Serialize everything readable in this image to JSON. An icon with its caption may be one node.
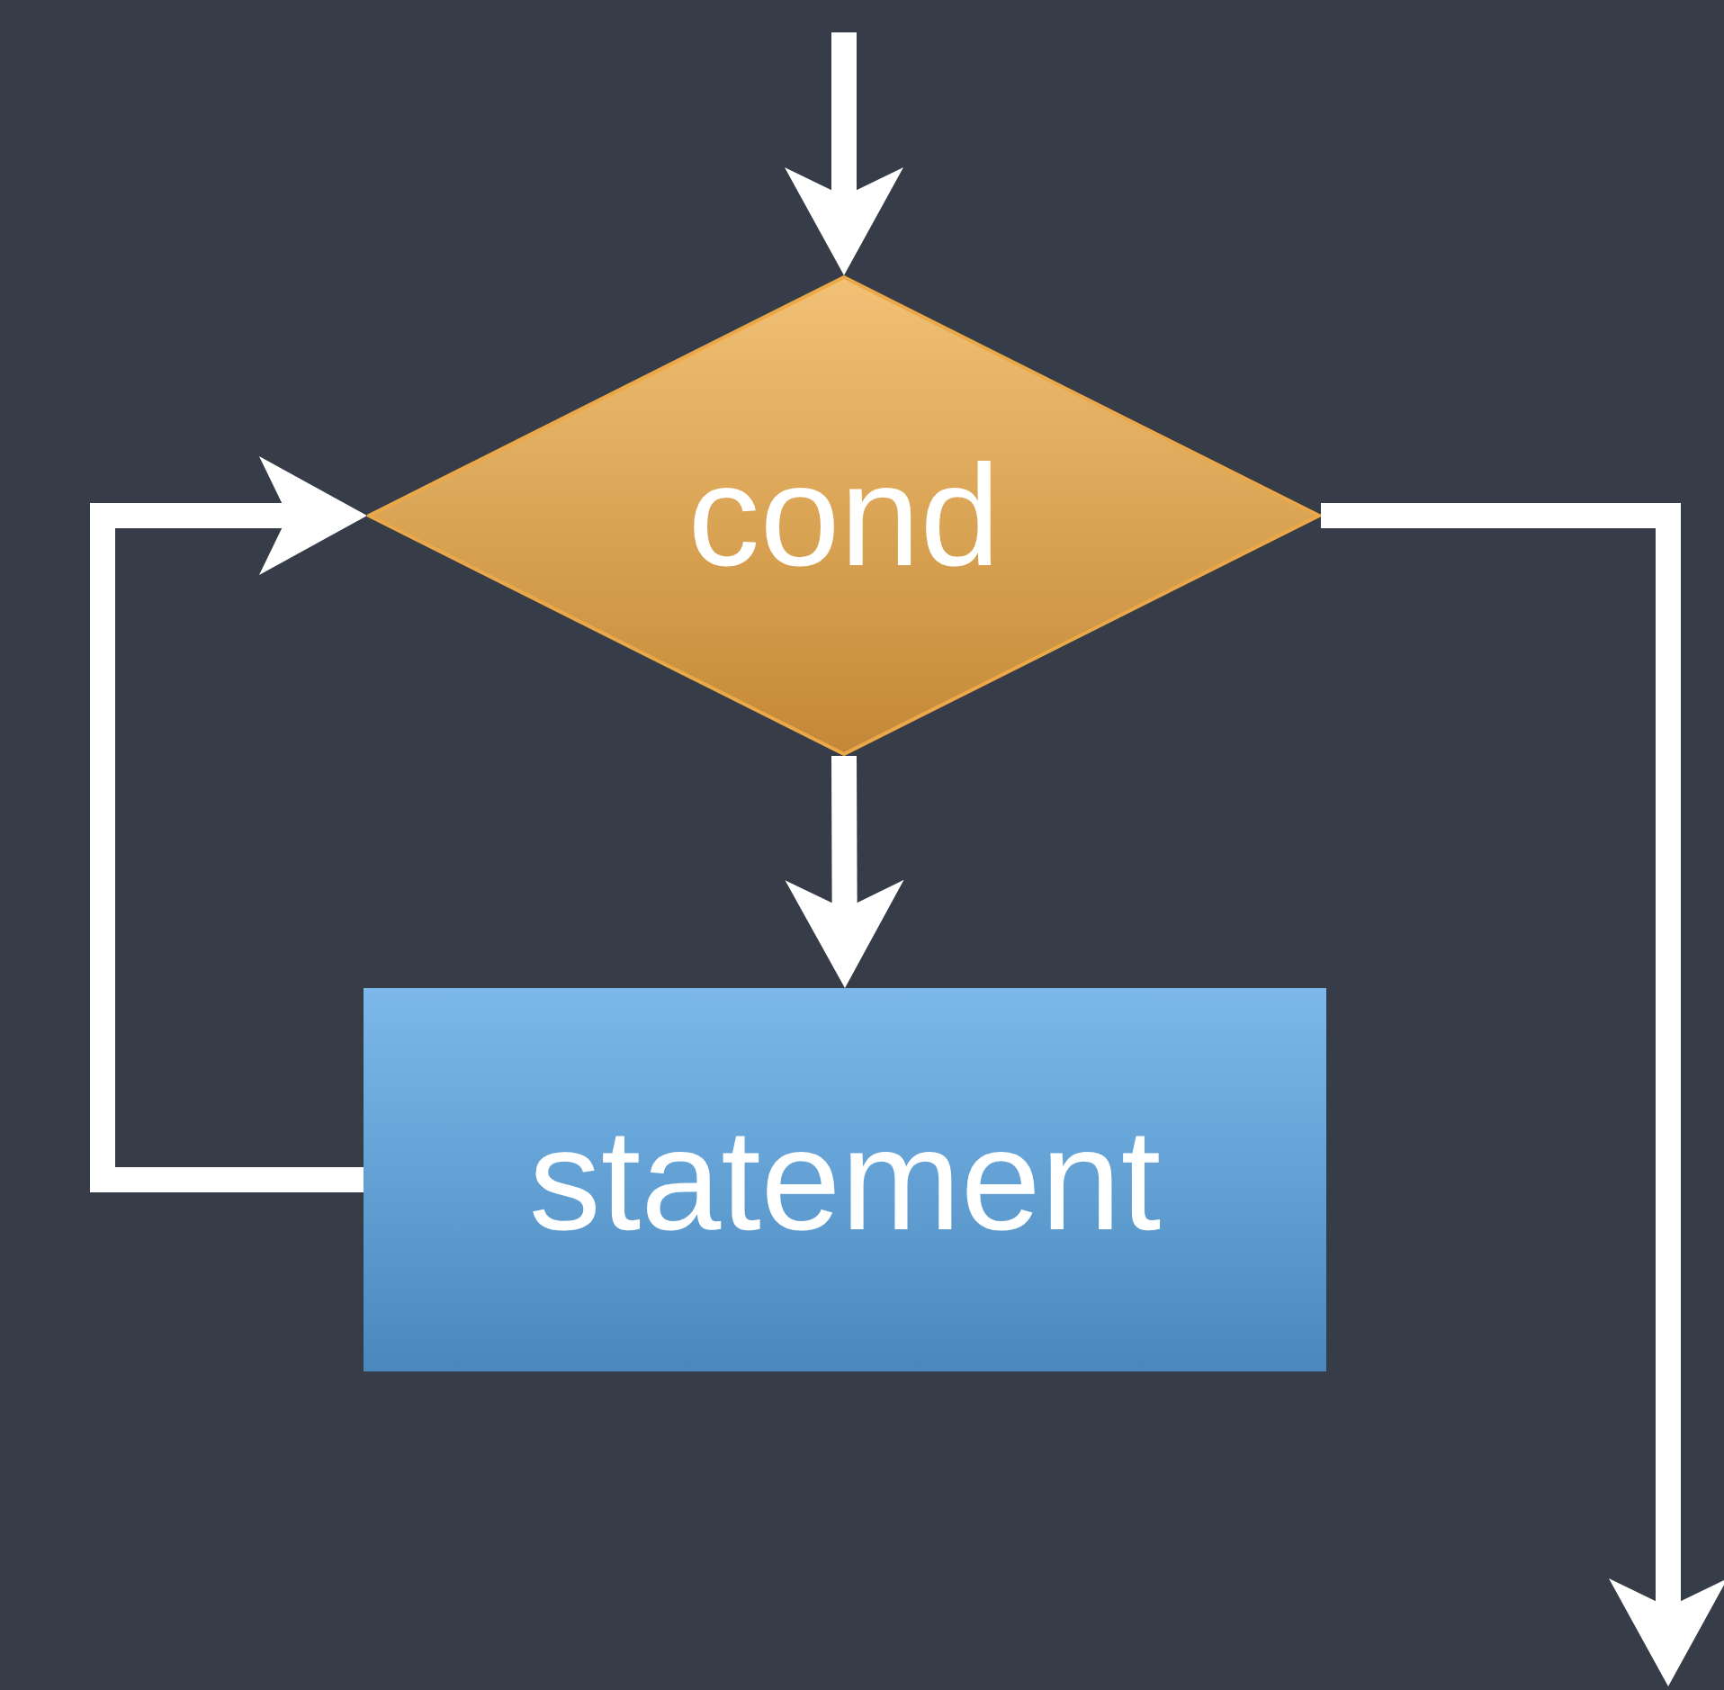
{
  "diagram": {
    "nodes": [
      {
        "text": [
          "cond"
        ]
      },
      {
        "text": [
          "statement"
        ]
      }
    ],
    "edges": [
      {
        "from": null,
        "to": 0,
        "arrow": "to"
      },
      {
        "from": 0,
        "to": 1,
        "arrow": "to"
      },
      {
        "from": 1,
        "to": 0,
        "arrow": "to"
      },
      {
        "from": 0,
        "to": null,
        "arrow": "to"
      }
    ]
  }
}
